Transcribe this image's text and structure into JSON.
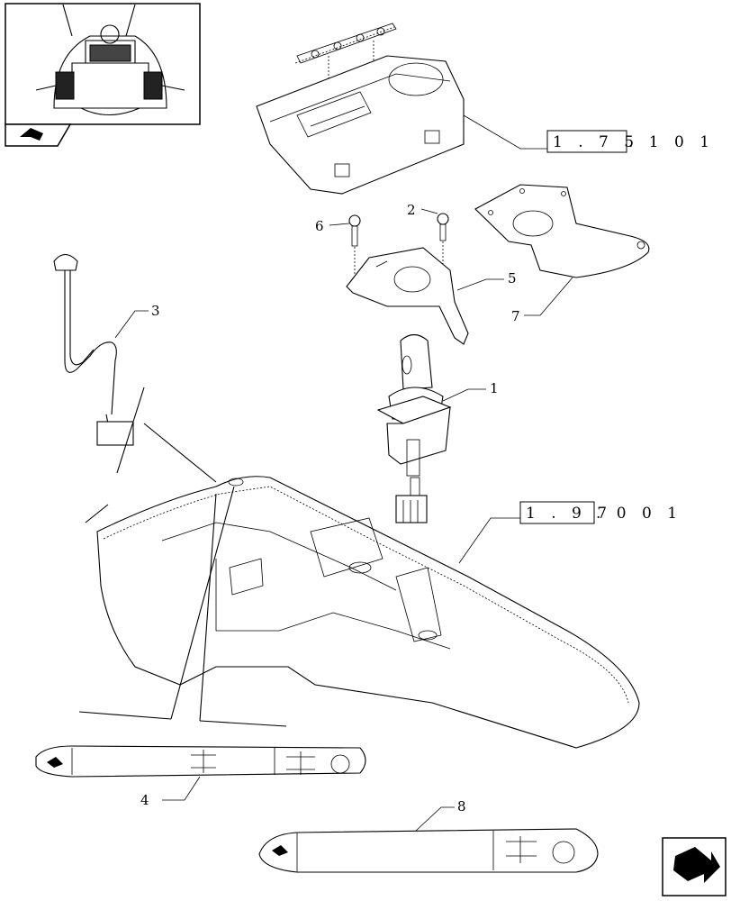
{
  "callouts": [
    {
      "id": "1",
      "label": "1"
    },
    {
      "id": "2",
      "label": "2"
    },
    {
      "id": "3",
      "label": "3"
    },
    {
      "id": "4",
      "label": "4"
    },
    {
      "id": "5",
      "label": "5"
    },
    {
      "id": "6",
      "label": "6"
    },
    {
      "id": "7",
      "label": "7"
    },
    {
      "id": "8",
      "label": "8"
    }
  ],
  "references": [
    {
      "boxed": "1 . 7 5",
      "rest": ". 1  0 1"
    },
    {
      "boxed": "1 . 9 7",
      "rest": ". 0  0 1"
    }
  ]
}
